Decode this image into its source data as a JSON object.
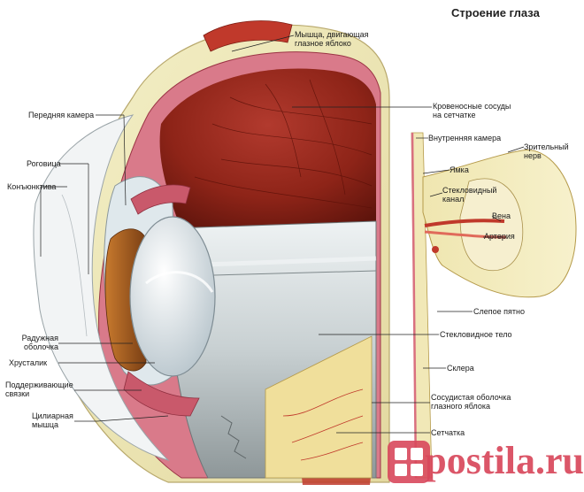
{
  "title": "Строение глаза",
  "labels": {
    "muscle": "Мышца, двигающая\nглазное яблоко",
    "vessels": "Кровеносные сосуды\nна сетчатке",
    "inner_chamber": "Внутренняя камера",
    "optic_nerve": "Зрительный нерв",
    "fovea": "Ямка",
    "vitreous_canal": "Стекловидный\nканал",
    "vein": "Вена",
    "artery": "Артерия",
    "blind_spot": "Слепое пятно",
    "vitreous_body": "Стекловидное тело",
    "sclera": "Склера",
    "choroid": "Сосудистая оболочка\nглазного яблока",
    "retina": "Сетчатка",
    "anterior_chamber": "Передняя камера",
    "cornea": "Роговица",
    "conjunctiva": "Конъюнктива",
    "iris": "Радужная\nоболочка",
    "lens": "Хрусталик",
    "ligaments": "Поддерживающие\nсвязки",
    "ciliary_muscle": "Цилиарная\nмышца"
  },
  "watermark": {
    "text": "postila.ru",
    "color": "#d8485c"
  }
}
